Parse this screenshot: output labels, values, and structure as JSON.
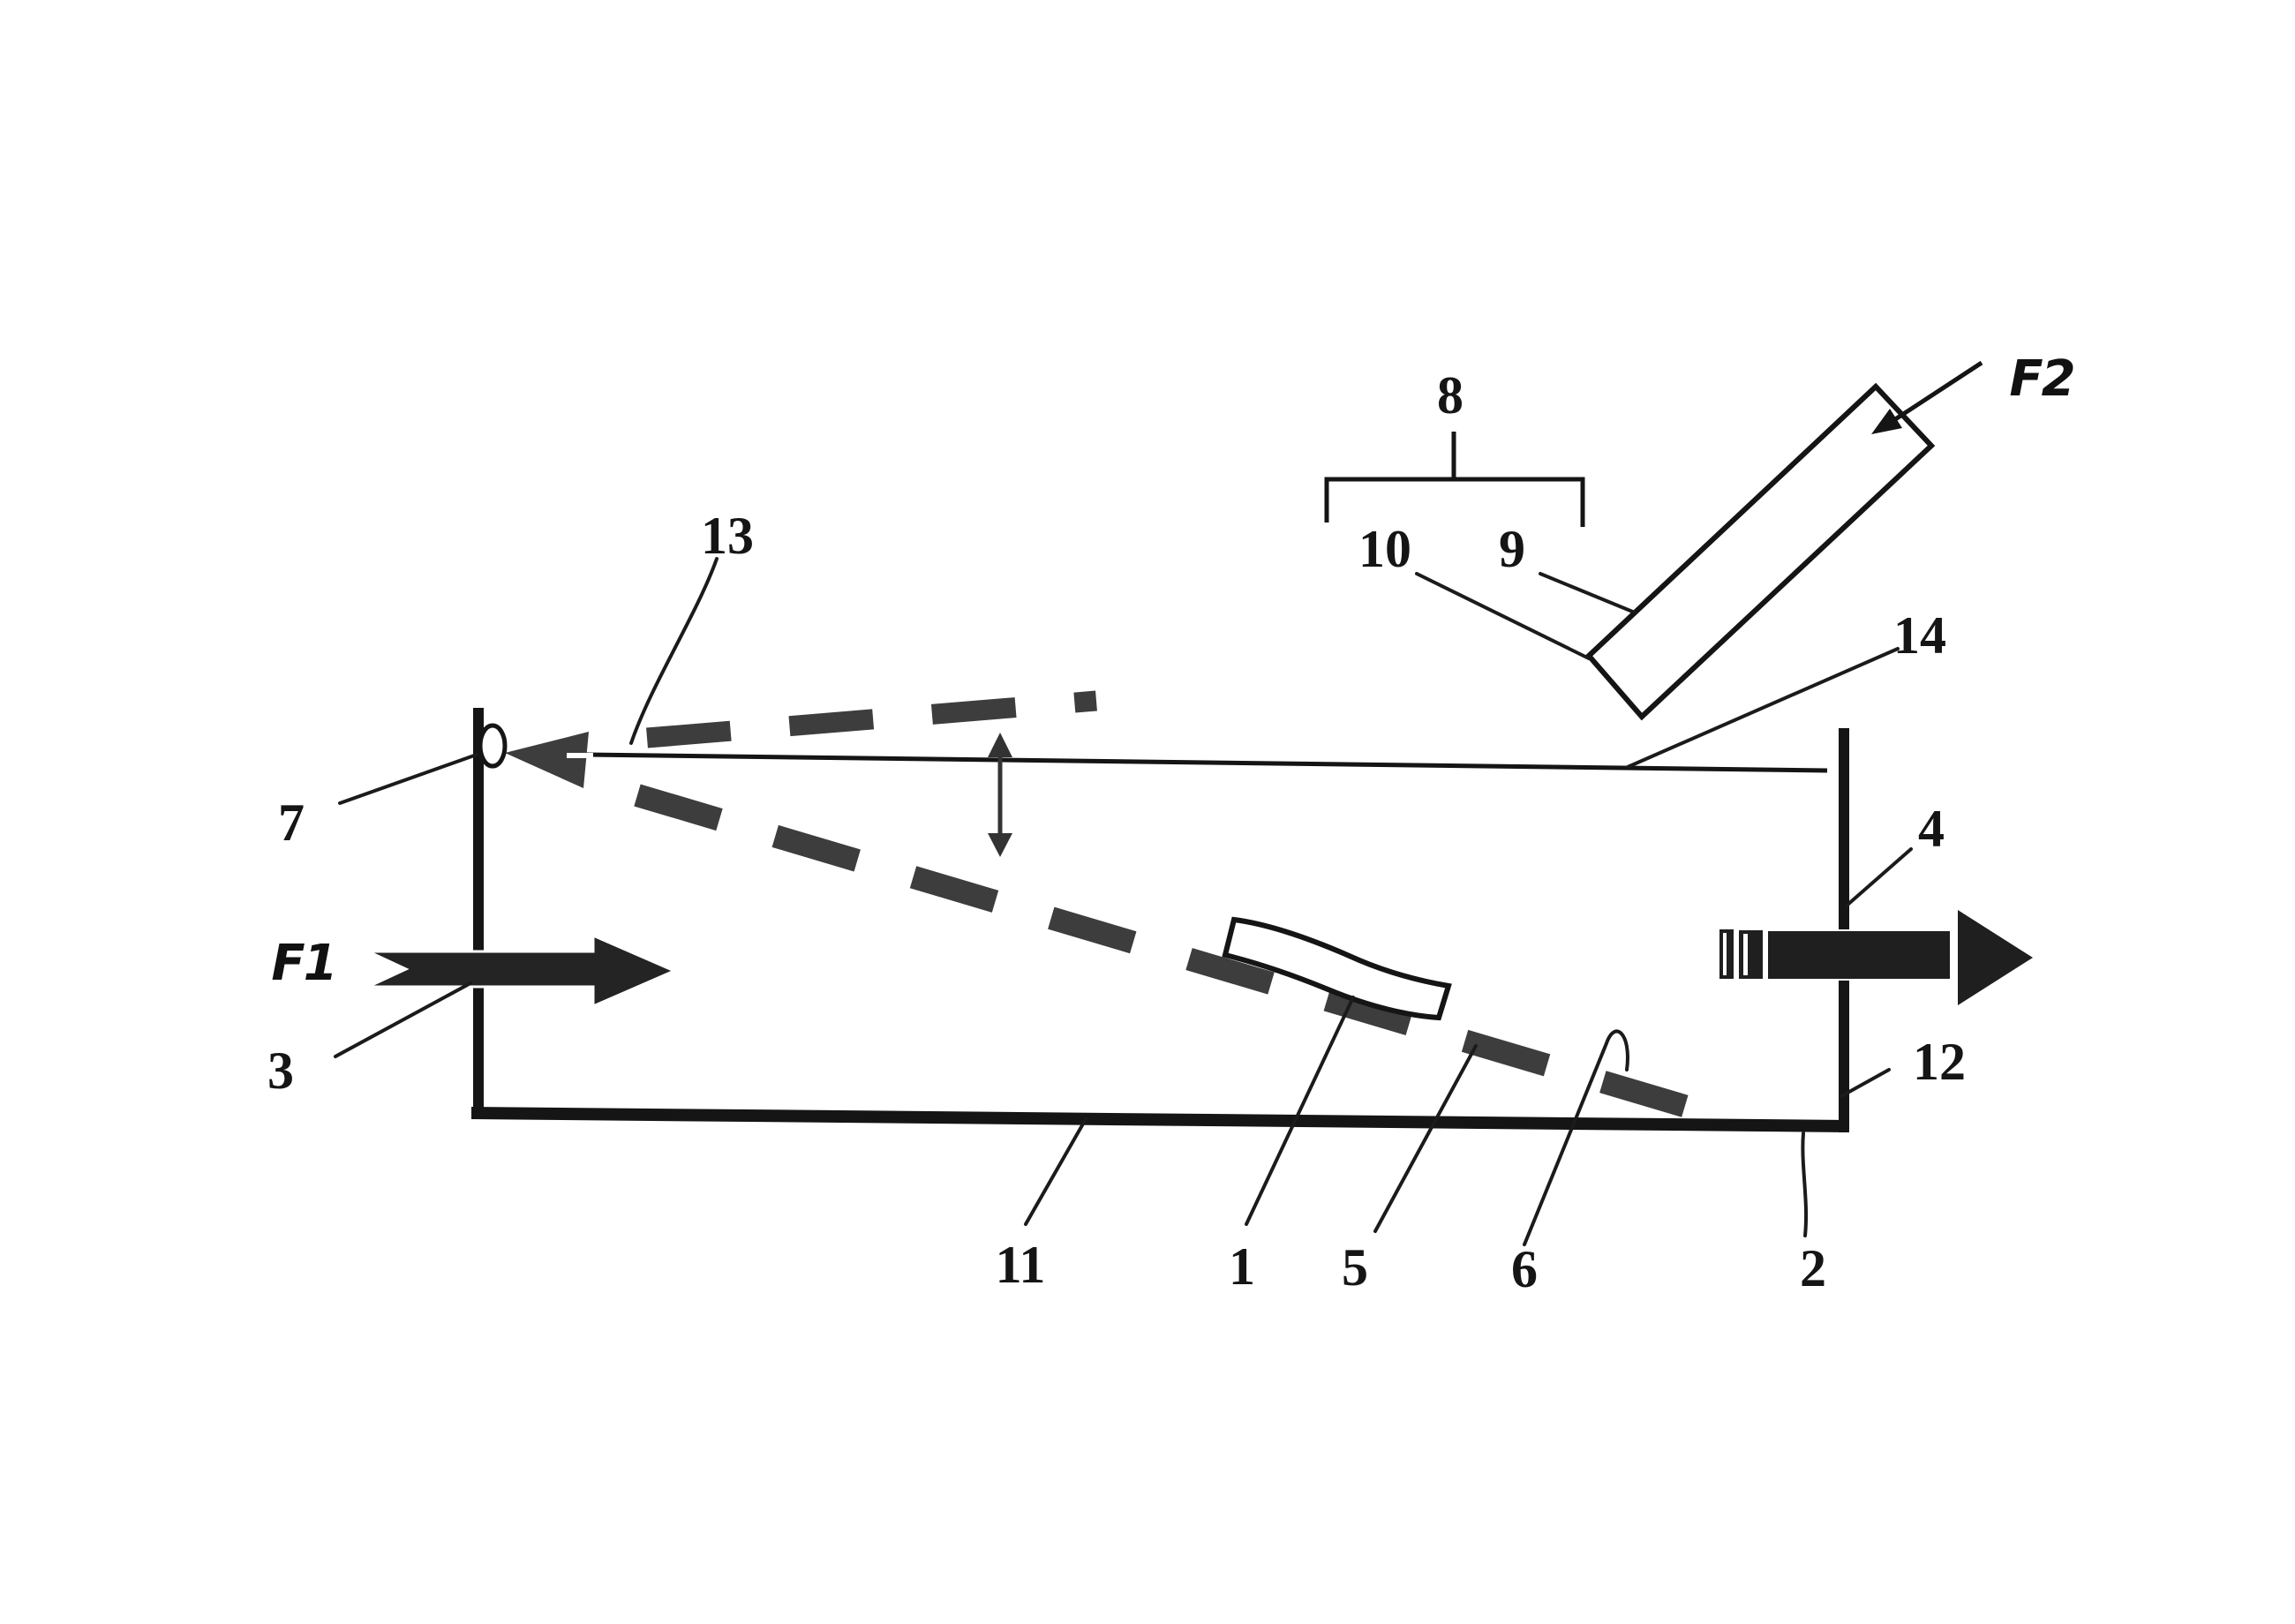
{
  "figure": {
    "kind": "patent-line-drawing",
    "background": "#ffffff",
    "ink": "#151515",
    "dash_gray": "#3d3d3d",
    "arrow_dark": "#1f1f1f",
    "reference_labels": {
      "n1": "1",
      "n2": "2",
      "n3": "3",
      "n4": "4",
      "n5": "5",
      "n6": "6",
      "n7": "7",
      "n8": "8",
      "n9": "9",
      "n10": "10",
      "n11": "11",
      "n12": "12",
      "n13": "13",
      "n14": "14"
    },
    "flow_labels": {
      "f1": "F1",
      "f2": "F2"
    }
  }
}
